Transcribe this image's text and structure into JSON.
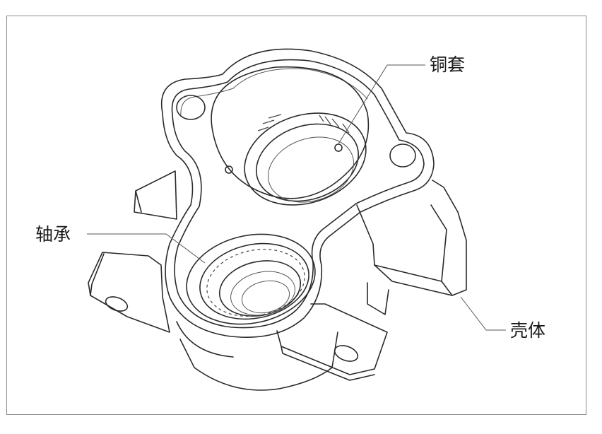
{
  "labels": {
    "bushing": "铜套",
    "bearing": "轴承",
    "housing": "壳体"
  },
  "colors": {
    "line": "#2a2a2a",
    "frame": "#8a8a8a",
    "background": "#ffffff"
  }
}
